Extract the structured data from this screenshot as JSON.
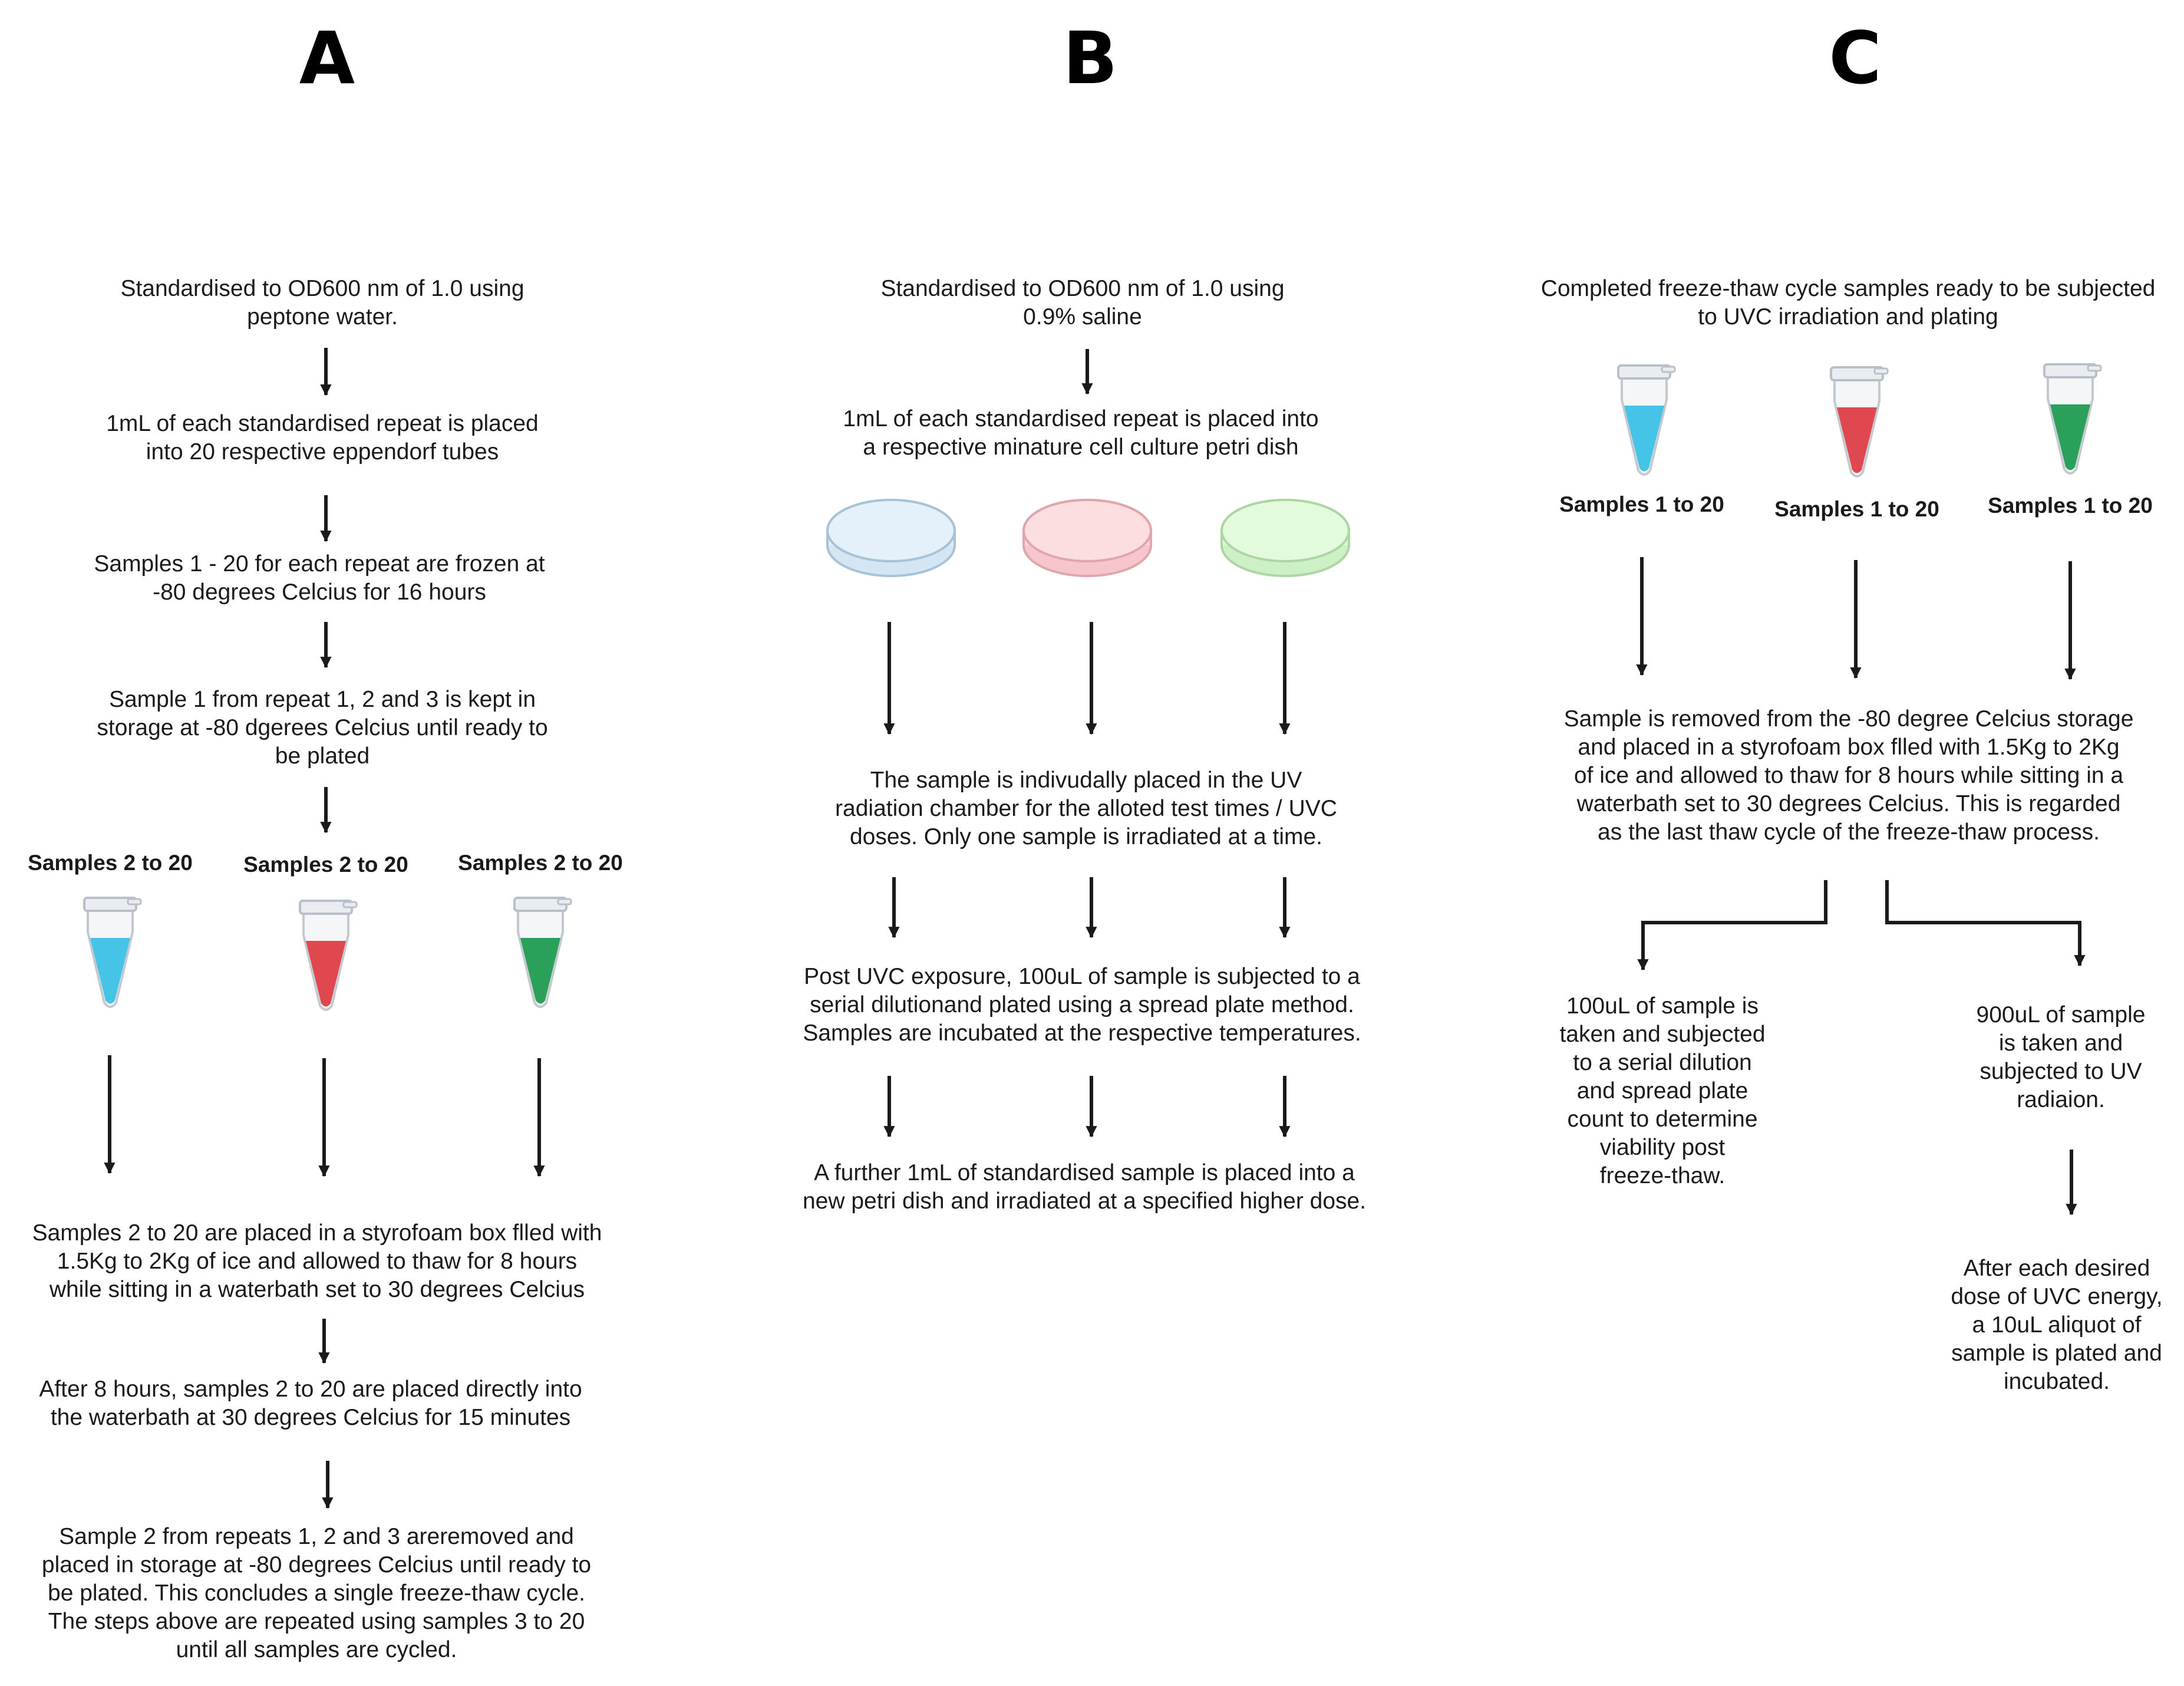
{
  "panel_a": {
    "letter": "A",
    "step1": [
      "Standardised to OD600 nm of 1.0 using",
      "peptone water."
    ],
    "step2": [
      "1mL of each standardised repeat is placed",
      "into 20 respective eppendorf tubes"
    ],
    "step3": [
      "Samples 1 - 20 for each repeat are frozen at",
      "-80 degrees Celcius for 16 hours"
    ],
    "step4": [
      "Sample 1 from repeat 1, 2 and 3 is kept in",
      "storage at -80 dgerees Celcius until ready to",
      "be plated"
    ],
    "tube_labels": [
      "Samples 2 to 20",
      "Samples 2 to 20",
      "Samples 2 to 20"
    ],
    "step5": [
      "Samples 2 to 20 are placed in a styrofoam box flled with",
      "1.5Kg to 2Kg of ice and allowed to thaw for 8 hours",
      "while sitting in a waterbath set to 30 degrees Celcius"
    ],
    "step6": [
      "After 8 hours, samples 2 to 20 are placed directly into",
      "the waterbath at 30 degrees Celcius for 15 minutes"
    ],
    "step7": [
      "Sample 2 from repeats 1, 2 and 3 areremoved and",
      "placed in storage at -80 degrees Celcius until ready to",
      "be plated. This concludes a single freeze-thaw cycle.",
      "The steps above are repeated using samples 3 to 20",
      "until all samples are cycled."
    ]
  },
  "panel_b": {
    "letter": "B",
    "step1": [
      "Standardised to OD600 nm of 1.0 using",
      "0.9% saline"
    ],
    "step2": [
      "1mL of each standardised repeat is placed into",
      "a respective minature cell culture petri dish"
    ],
    "step3": [
      "The sample is indivudally placed in the UV",
      "radiation chamber for the alloted test times / UVC",
      "doses. Only one sample is irradiated at a time."
    ],
    "step4": [
      "Post UVC exposure, 100uL of sample is subjected to a",
      "serial dilutionand plated using a spread plate method.",
      "Samples are incubated at the respective temperatures."
    ],
    "step5": [
      "A further 1mL of standardised sample is placed into a",
      "new petri dish and irradiated at a specified higher dose."
    ]
  },
  "panel_c": {
    "letter": "C",
    "step1": [
      "Completed freeze-thaw cycle samples ready to be subjected",
      "to UVC irradiation and plating"
    ],
    "tube_labels": [
      "Samples 1 to 20",
      "Samples 1 to 20",
      "Samples 1 to 20"
    ],
    "step2": [
      "Sample is removed from the -80 degree Celcius storage",
      "and  placed in a styrofoam box flled with 1.5Kg to 2Kg",
      "of ice and allowed to thaw for 8 hours while sitting in a",
      "waterbath set to 30 degrees Celcius. This is regarded",
      "as the last thaw cycle of the freeze-thaw process."
    ],
    "branch_left": [
      "100uL of sample is",
      "taken and subjected",
      "to a serial dilution",
      "and spread plate",
      "count to determine",
      "viability post",
      "freeze-thaw."
    ],
    "branch_right": [
      "900uL of sample",
      "is taken and",
      "subjected to UV",
      "radiaion."
    ],
    "final": [
      "After each desired",
      "dose of UVC energy,",
      "a 10uL aliquot of",
      "sample is plated and",
      "incubated."
    ]
  },
  "colors": {
    "blue": "#45c4e8",
    "red": "#e04850",
    "green": "#2aa05a",
    "dish_blue": "#dcedf8",
    "dish_red": "#fad4d8",
    "dish_green": "#dcf8d4"
  }
}
